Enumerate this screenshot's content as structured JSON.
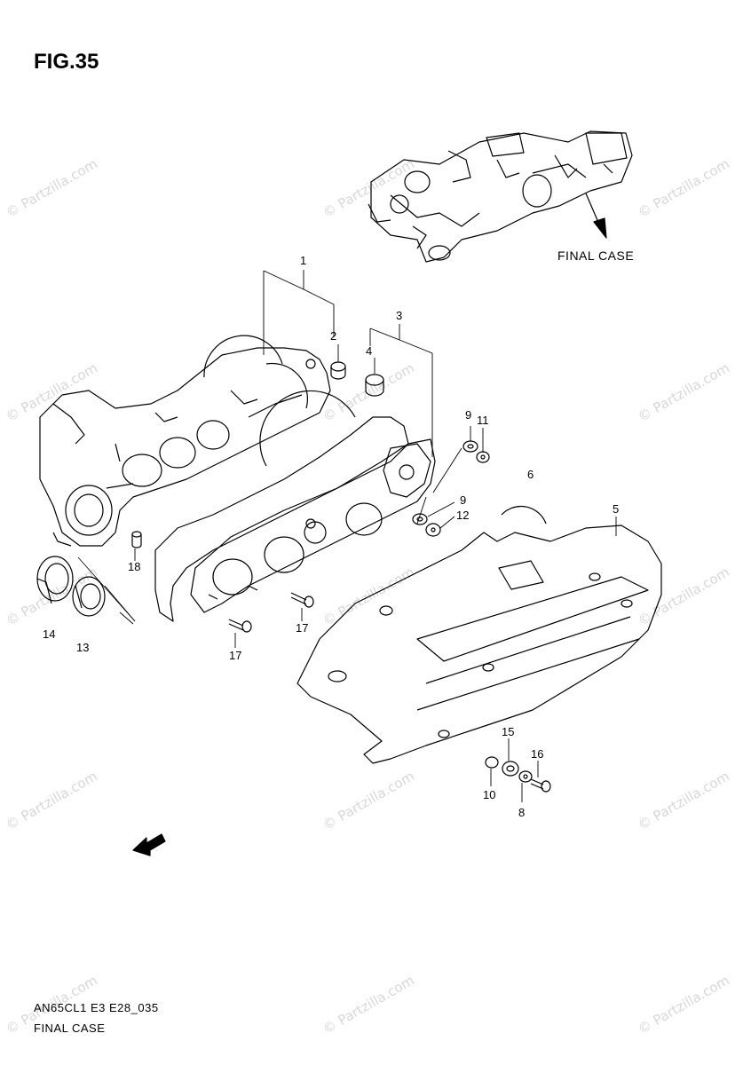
{
  "figure": {
    "title": "FIG.35",
    "model_code": "AN65CL1 E3 E28_035",
    "caption": "FINAL CASE"
  },
  "inset": {
    "label": "FINAL CASE"
  },
  "watermark": {
    "text": "© Partzilla.com"
  },
  "callouts": [
    {
      "id": "c1",
      "text": "1"
    },
    {
      "id": "c2",
      "text": "2"
    },
    {
      "id": "c3",
      "text": "3"
    },
    {
      "id": "c4",
      "text": "4"
    },
    {
      "id": "c5",
      "text": "5"
    },
    {
      "id": "c6",
      "text": "6"
    },
    {
      "id": "c8",
      "text": "8"
    },
    {
      "id": "c9a",
      "text": "9"
    },
    {
      "id": "c9b",
      "text": "9"
    },
    {
      "id": "c10",
      "text": "10"
    },
    {
      "id": "c11",
      "text": "11"
    },
    {
      "id": "c12",
      "text": "12"
    },
    {
      "id": "c13",
      "text": "13"
    },
    {
      "id": "c14",
      "text": "14"
    },
    {
      "id": "c15",
      "text": "15"
    },
    {
      "id": "c16",
      "text": "16"
    },
    {
      "id": "c17a",
      "text": "17"
    },
    {
      "id": "c17b",
      "text": "17"
    },
    {
      "id": "c18",
      "text": "18"
    }
  ],
  "colors": {
    "line": "#000000",
    "watermark": "#d8d8d8"
  }
}
